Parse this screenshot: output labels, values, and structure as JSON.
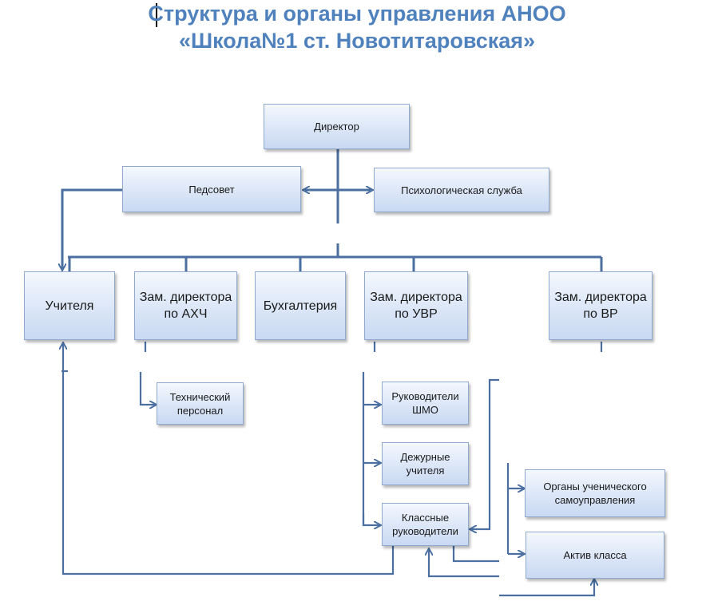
{
  "title": {
    "line1": "Структура и органы управления АНОО",
    "line2": "«Школа№1 ст. Новотитаровская»"
  },
  "colors": {
    "title": "#4f81bd",
    "connector": "#4a6fa0",
    "box_fill_top": "#f4f8fe",
    "box_fill_bottom": "#c9d9f2",
    "box_border": "#8fa9cf"
  },
  "nodes": {
    "director": "Директор",
    "pedsovet": "Педсовет",
    "psych_service": "Психологическая служба",
    "teachers": "Учителя",
    "deputy_ahch": "Зам. директора\nпо АХЧ",
    "accounting": "Бухгалтерия",
    "deputy_uvr": "Зам. директора\nпо УВР",
    "deputy_vr": "Зам. директора\nпо ВР",
    "tech_staff": "Технический\nперсонал",
    "shmo_heads": "Руководители\nШМО",
    "duty_teachers": "Дежурные\nучителя",
    "class_teachers": "Классные\nруководители",
    "student_government": "Органы ученического\nсамоуправления",
    "class_activists": "Актив класса"
  }
}
